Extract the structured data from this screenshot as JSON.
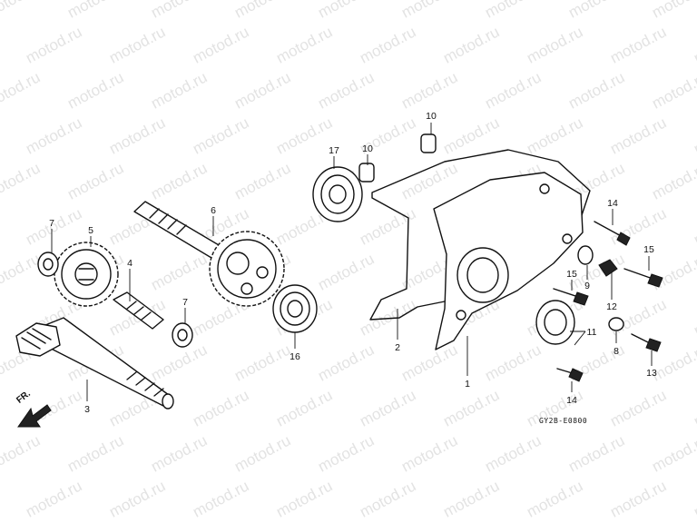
{
  "watermark": "motod.ru",
  "diagram_code": "GY2B-E0800",
  "direction_label": "FR.",
  "callouts": {
    "c1": "1",
    "c2": "2",
    "c3": "3",
    "c4": "4",
    "c5": "5",
    "c6": "6",
    "c7a": "7",
    "c7b": "7",
    "c8": "8",
    "c9": "9",
    "c10a": "10",
    "c10b": "10",
    "c11": "11",
    "c12": "12",
    "c13": "13",
    "c14a": "14",
    "c14b": "14",
    "c15a": "15",
    "c15b": "15",
    "c16": "16",
    "c17": "17"
  }
}
